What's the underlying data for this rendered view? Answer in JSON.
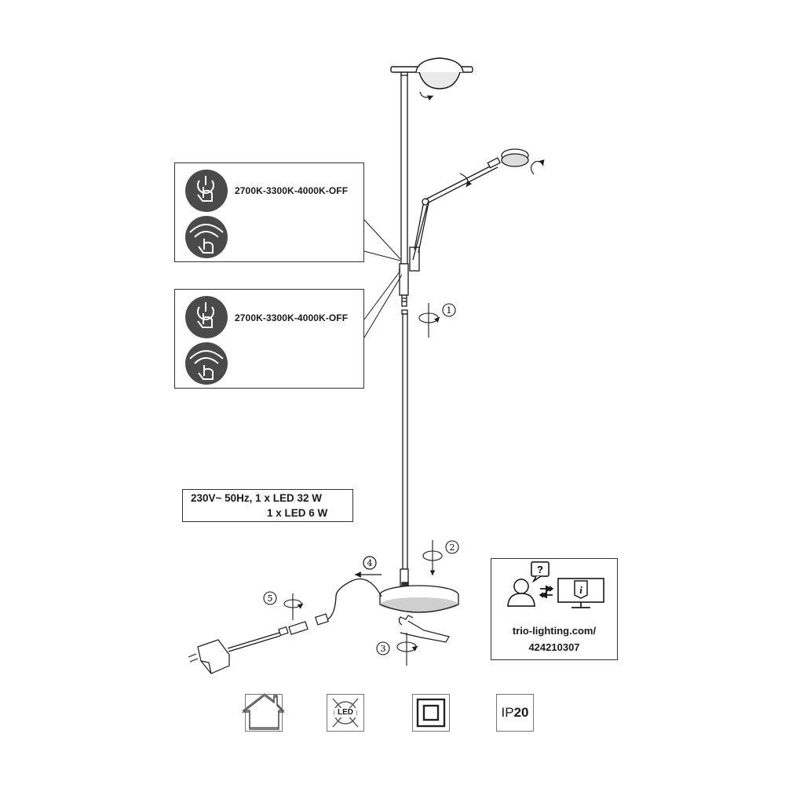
{
  "control_panels": [
    {
      "label": "2700K-3300K-4000K-OFF",
      "icons": [
        "touch-switch-icon",
        "dimmer-swipe-icon"
      ]
    },
    {
      "label": "2700K-3300K-4000K-OFF",
      "icons": [
        "touch-switch-icon",
        "dimmer-swipe-icon"
      ]
    }
  ],
  "spec": {
    "line1": "230V~ 50Hz, 1 x LED 32 W",
    "line2": "1 x LED 6 W"
  },
  "steps": [
    "1",
    "2",
    "3",
    "4",
    "5"
  ],
  "info": {
    "url_line1": "trio-lighting.com/",
    "url_line2": "424210307",
    "icons": [
      "question-bubble-icon",
      "person-icon",
      "exchange-arrows-icon",
      "info-monitor-icon"
    ]
  },
  "symbols": {
    "indoor": "house-icon",
    "led": {
      "icon": "led-not-replaceable-icon",
      "text": "LED"
    },
    "class2": "double-insulation-icon",
    "ip": {
      "prefix": "IP",
      "rating": "20"
    }
  },
  "colors": {
    "line": "#1a1a1a",
    "icon_fill": "#4a4a4a",
    "panel_border": "#333333"
  }
}
